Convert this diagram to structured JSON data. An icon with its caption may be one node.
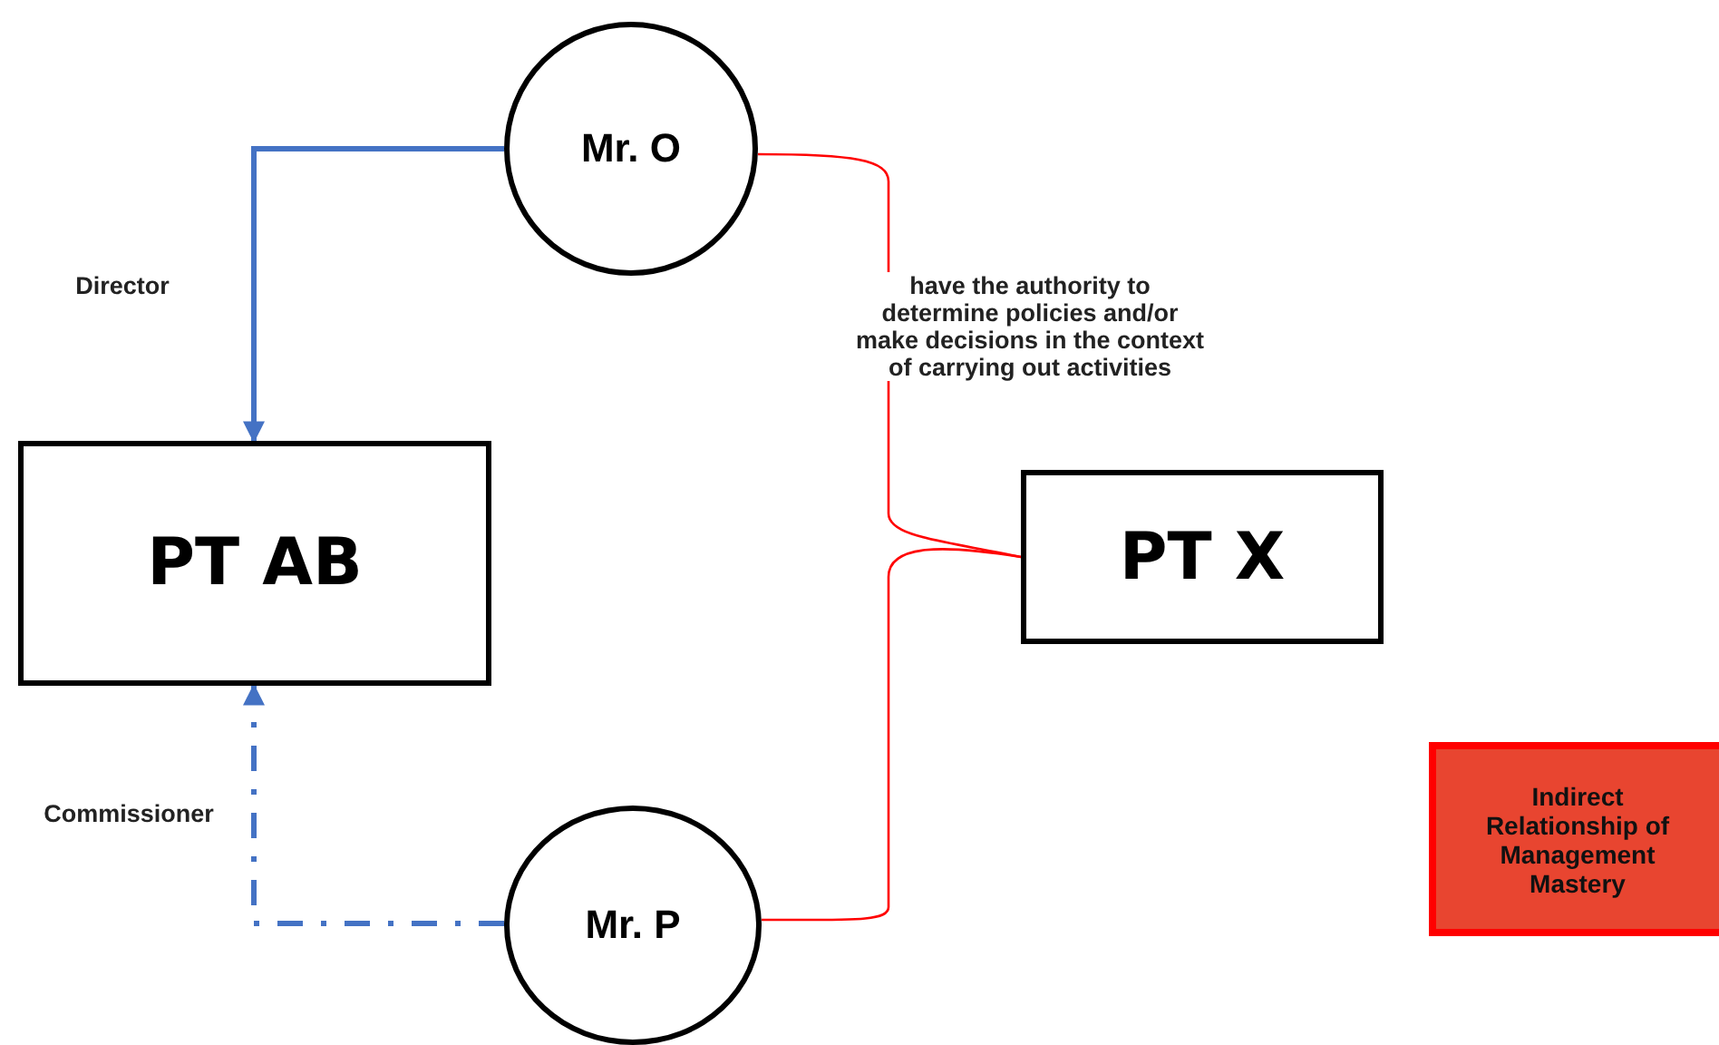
{
  "diagram": {
    "nodes": [
      {
        "text": [
          "Mr. O"
        ]
      },
      {
        "text": [
          "PT AB"
        ]
      },
      {
        "text": [
          "PT X"
        ]
      },
      {
        "text": [
          "Mr. P"
        ]
      },
      {
        "text": [
          "Indirect Relationship of Management Mastery"
        ]
      }
    ],
    "edges": [
      {
        "from": 0,
        "to": 1,
        "arrow": "to",
        "label": "Director",
        "style": "thick",
        "color": "#4472c4"
      },
      {
        "from": 3,
        "to": 1,
        "arrow": "to",
        "label": "Commissioner",
        "style": "dashed",
        "color": "#4472c4"
      },
      {
        "from": 0,
        "to": 2,
        "arrow": "none",
        "label": "have the authority to determine policies and/or make decisions in the context of carrying out activities",
        "color": "#ff0000"
      },
      {
        "from": 3,
        "to": 2,
        "arrow": "none",
        "color": "#ff0000"
      }
    ]
  }
}
